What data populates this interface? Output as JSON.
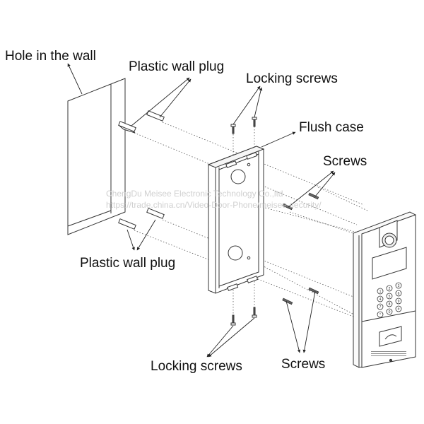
{
  "labels": {
    "hole_in_wall": "Hole in the wall",
    "plastic_wall_plug_top": "Plastic wall plug",
    "locking_screws_top": "Locking screws",
    "flush_case": "Flush case",
    "screws_right": "Screws",
    "plastic_wall_plug_bottom": "Plastic wall plug",
    "locking_screws_bottom": "Locking screws",
    "screws_bottom": "Screws"
  },
  "watermark": {
    "line1": "ChengDu Meisee Electronic Technology Co.,ltd",
    "line2": "https://trade.china.cn/Video-Door-Phone/meisee-security/"
  },
  "keypad": {
    "keys": [
      "1",
      "2",
      "3",
      "4",
      "5",
      "6",
      "7",
      "8",
      "9",
      "*",
      "0",
      "#"
    ]
  },
  "colors": {
    "line": "#333333",
    "text": "#111111",
    "watermark": "#c8c8c8"
  }
}
